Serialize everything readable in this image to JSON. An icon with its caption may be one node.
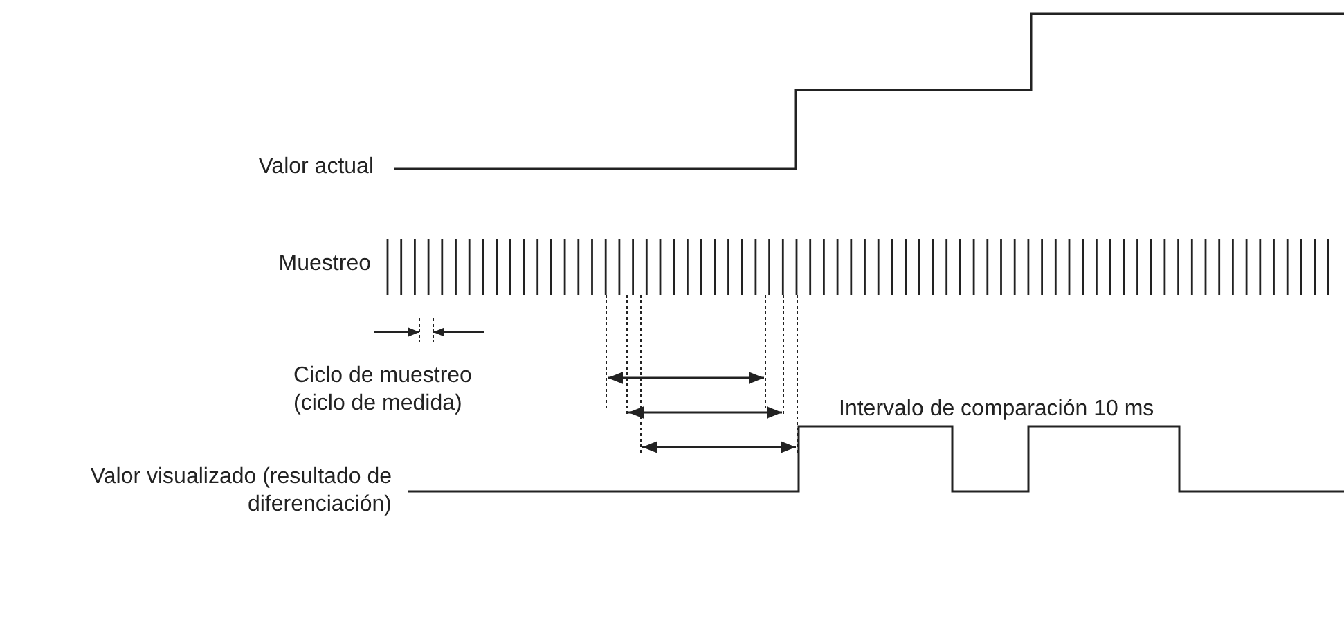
{
  "diagram": {
    "labels": [
      "Valor actual",
      "Muestreo",
      "Ciclo de muestreo (ciclo de medida)",
      "Intervalo de comparación 10 ms",
      "Valor visualizado (resultado de diferenciación)"
    ]
  }
}
